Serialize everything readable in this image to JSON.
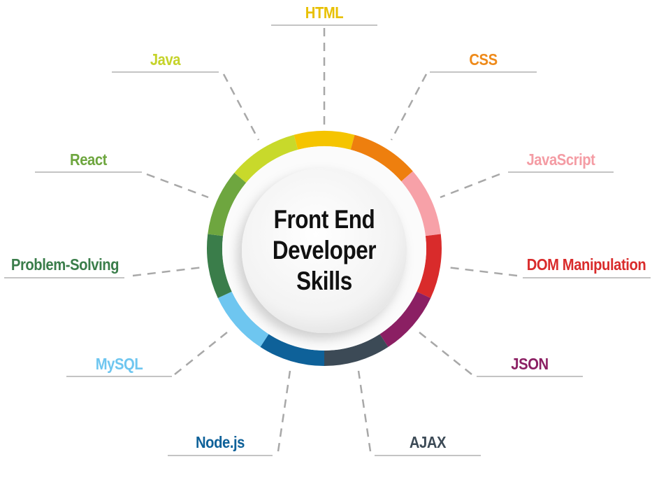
{
  "title": {
    "line1": "Front End",
    "line2": "Developer",
    "line3": "Skills"
  },
  "skills": [
    {
      "label": "HTML",
      "color": "#F5C400",
      "text_color": "#E8C000"
    },
    {
      "label": "CSS",
      "color": "#EE7F0E",
      "text_color": "#EE8A1A"
    },
    {
      "label": "JavaScript",
      "color": "#F7A1A8",
      "text_color": "#F49CA4"
    },
    {
      "label": "DOM Manipulation",
      "color": "#D92B2B",
      "text_color": "#D92B2B"
    },
    {
      "label": "JSON",
      "color": "#8B1F63",
      "text_color": "#8B1F63"
    },
    {
      "label": "AJAX",
      "color": "#3C4A56",
      "text_color": "#3C4A56"
    },
    {
      "label": "Node.js",
      "color": "#0E6199",
      "text_color": "#0E6199"
    },
    {
      "label": "MySQL",
      "color": "#6EC6F0",
      "text_color": "#6EC6F0"
    },
    {
      "label": "Problem-Solving",
      "color": "#3A7D4A",
      "text_color": "#3A7D4A"
    },
    {
      "label": "React",
      "color": "#6EA63F",
      "text_color": "#6EA63F"
    },
    {
      "label": "Java",
      "color": "#C8D92B",
      "text_color": "#C5D32A"
    }
  ]
}
